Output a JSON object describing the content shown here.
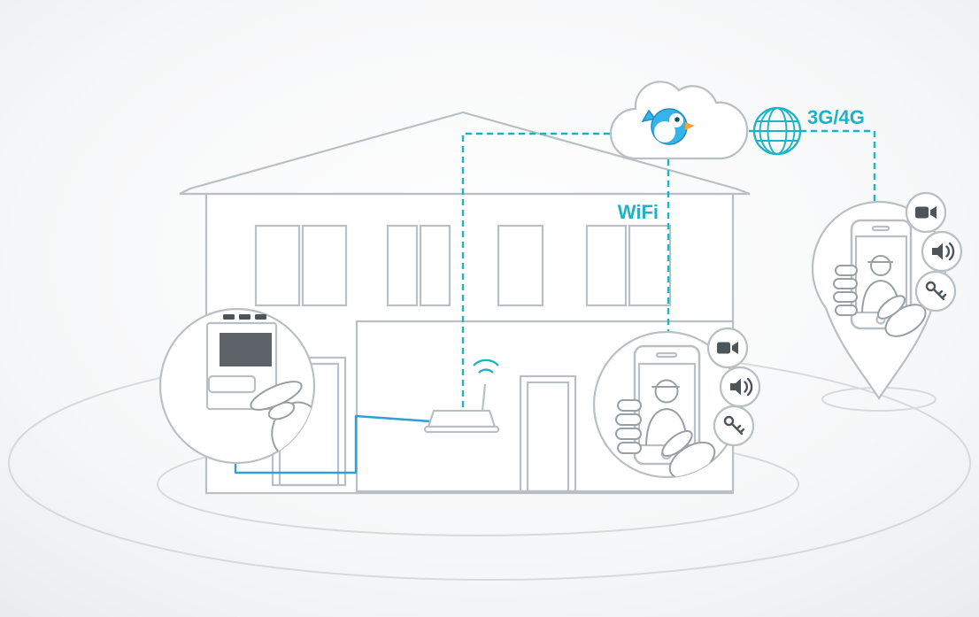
{
  "scene": {
    "labels": {
      "network": "3G/4G",
      "wifi": "WiFi"
    },
    "colors": {
      "accent": "#1db3c7",
      "wire": "#2f9fd6",
      "outline": "#b9bfc3",
      "outline_soft": "#d6dadd",
      "line_dark": "#98a0a4",
      "icon_dark": "#4d5559",
      "screen": "#5d6368",
      "bird": "#36b3e8",
      "bird_outline": "#1a8ec4",
      "beak": "#f2a33c",
      "bg_edge": "#e9ecee"
    },
    "components": {
      "doorbell": {
        "icon": "video-doorbell-icon"
      },
      "router": {
        "icon": "wifi-router-icon",
        "signal": "wifi-signal-icon"
      },
      "cloud": {
        "icon": "cloud-icon",
        "logo": "bird-logo"
      },
      "globe": {
        "icon": "globe-icon"
      },
      "phone_home": {
        "icon": "smartphone-icon",
        "features": [
          "video-camera-icon",
          "speaker-icon",
          "key-icon"
        ]
      },
      "phone_remote": {
        "icon": "smartphone-icon",
        "pin": "location-pin-icon",
        "features": [
          "video-camera-icon",
          "speaker-icon",
          "key-icon"
        ]
      }
    }
  }
}
